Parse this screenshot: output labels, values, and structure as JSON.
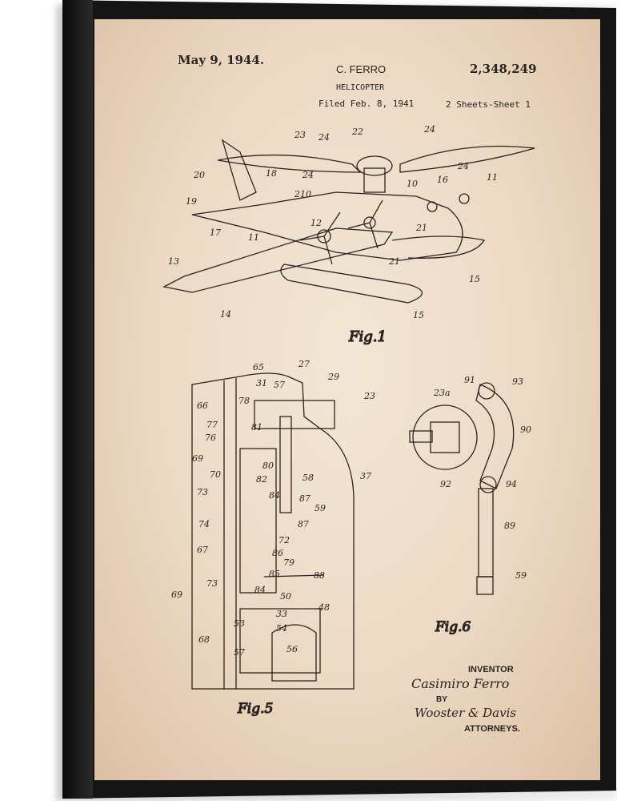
{
  "header": {
    "date": "May 9, 1944.",
    "inventor_name": "C. FERRO",
    "title": "HELICOPTER",
    "filed": "Filed Feb. 8, 1941",
    "patent_number": "2,348,249",
    "sheets": "2 Sheets-Sheet 1"
  },
  "figures": {
    "fig1": {
      "label": "Fig.1",
      "refs": [
        "23",
        "24",
        "22",
        "24",
        "20",
        "18",
        "24",
        "10",
        "16",
        "11",
        "19",
        "210",
        "17",
        "12",
        "21",
        "13",
        "11",
        "21",
        "15",
        "14",
        "15",
        "24"
      ]
    },
    "fig5": {
      "label": "Fig.5",
      "refs": [
        "65",
        "27",
        "29",
        "23",
        "31",
        "57",
        "66",
        "78",
        "77",
        "76",
        "81",
        "80",
        "37",
        "58",
        "70",
        "69",
        "73",
        "82",
        "84",
        "87",
        "59",
        "74",
        "87",
        "67",
        "72",
        "86",
        "79",
        "85",
        "88",
        "69",
        "73",
        "84",
        "50",
        "48",
        "33",
        "54",
        "68",
        "56",
        "53",
        "57"
      ]
    },
    "fig6": {
      "label": "Fig.6",
      "refs": [
        "91",
        "93",
        "23a",
        "90",
        "92",
        "94",
        "89",
        "59"
      ]
    }
  },
  "signature": {
    "inventor_label": "INVENTOR",
    "inventor_signature": "Casimiro Ferro",
    "by": "BY",
    "attorney_signature": "Wooster & Davis",
    "attorneys_label": "ATTORNEYS."
  }
}
